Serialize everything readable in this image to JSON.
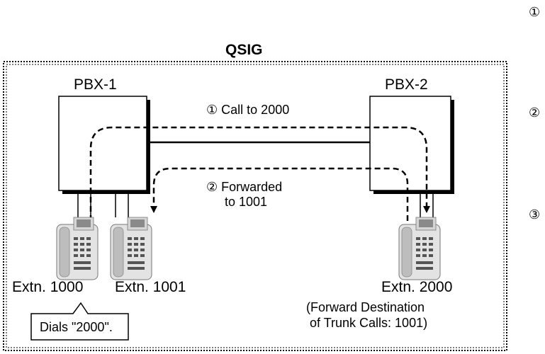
{
  "diagram": {
    "title": "QSIG",
    "pbx1_label": "PBX-1",
    "pbx2_label": "PBX-2",
    "step1_marker": "①",
    "step1_label": "Call to 2000",
    "step2_marker": "②",
    "step2_label_line1": "Forwarded",
    "step2_label_line2": "to 1001",
    "ext1000_label": "Extn. 1000",
    "ext1001_label": "Extn. 1001",
    "ext2000_label": "Extn. 2000",
    "ext2000_note_line1": "(Forward Destination",
    "ext2000_note_line2": "of Trunk Calls: 1001)",
    "callout_text": "Dials \"2000\"."
  },
  "side_markers": [
    "①",
    "②",
    "③"
  ]
}
